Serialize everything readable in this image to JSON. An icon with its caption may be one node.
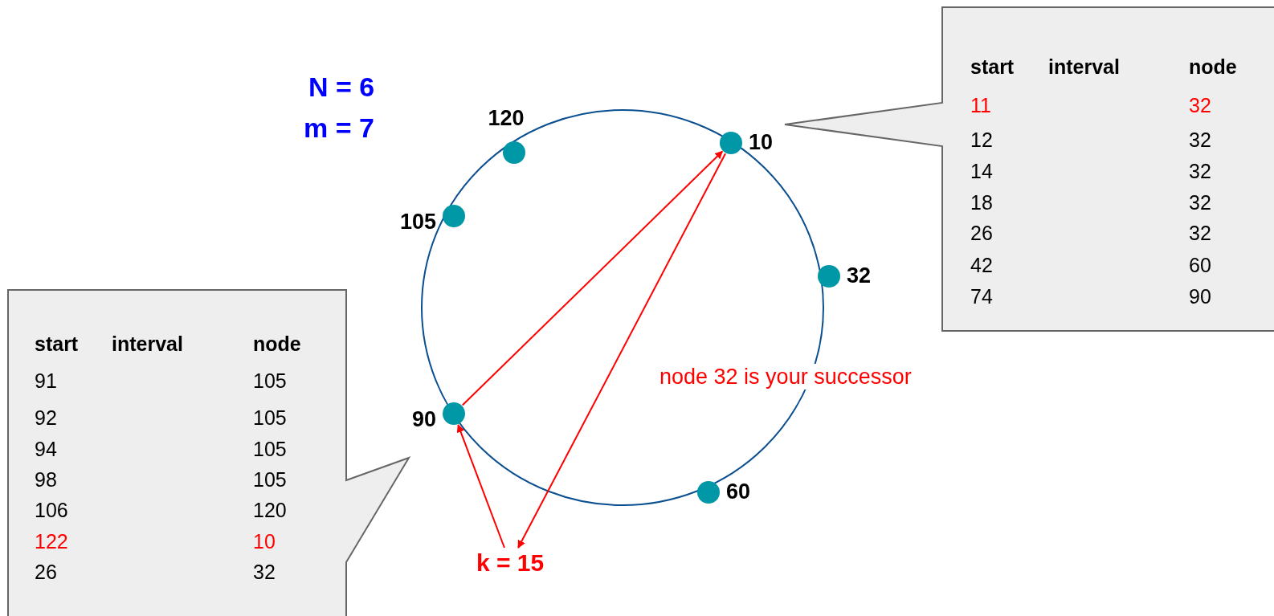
{
  "diagram": {
    "nodes": [
      {
        "text": [
          "start",
          "interval",
          "node",
          "11",
          "32",
          "12",
          "32",
          "14",
          "32",
          "18",
          "32",
          "26",
          "32",
          "42",
          "60",
          "74",
          "90"
        ]
      },
      {
        "text": [],
        "shape": "circle",
        "beside": [
          "120"
        ]
      },
      {
        "text": [],
        "shape": "circle",
        "beside": [
          "10"
        ]
      },
      {
        "text": [],
        "shape": "circle",
        "beside": [
          "105"
        ]
      },
      {
        "text": [],
        "shape": "circle",
        "beside": [
          "32"
        ]
      },
      {
        "text": [
          "start",
          "interval",
          "node",
          "91",
          "105",
          "92",
          "105",
          "94",
          "105",
          "98",
          "105",
          "106",
          "120",
          "122",
          "10",
          "26",
          "32"
        ]
      },
      {
        "text": [],
        "shape": "circle",
        "beside": [
          "90"
        ]
      },
      {
        "text": [],
        "shape": "circle",
        "beside": [
          "60"
        ]
      },
      {
        "text": [
          "k = 15"
        ]
      }
    ],
    "edges": [
      {
        "from": 8,
        "to": 6,
        "arrow": "to",
        "color": "#ff0000"
      },
      {
        "from": 6,
        "to": 2,
        "arrow": "to",
        "color": "#ff0000"
      },
      {
        "from": 2,
        "to": 8,
        "arrow": "to",
        "color": "#ff0000",
        "label": "node 32 is your successor"
      }
    ],
    "labels": [
      "N = 6",
      "m = 7"
    ]
  }
}
